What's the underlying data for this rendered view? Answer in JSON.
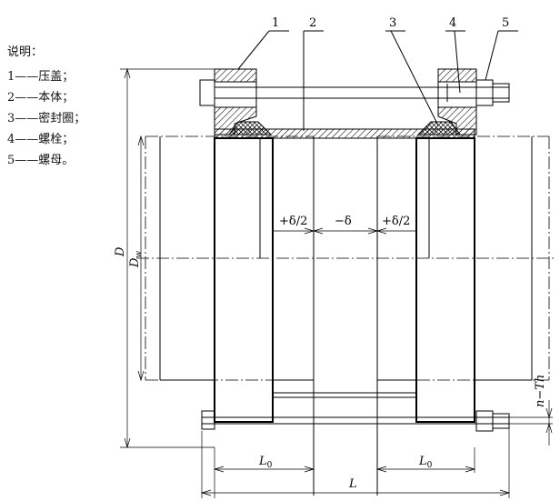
{
  "legend": {
    "title": "说明：",
    "items": [
      {
        "num": "1",
        "dash": "——",
        "text": "压盖；"
      },
      {
        "num": "2",
        "dash": "——",
        "text": "本体；"
      },
      {
        "num": "3",
        "dash": "——",
        "text": "密封圈；"
      },
      {
        "num": "4",
        "dash": "——",
        "text": "螺栓；"
      },
      {
        "num": "5",
        "dash": "——",
        "text": "螺母。"
      }
    ]
  },
  "callouts": [
    "1",
    "2",
    "3",
    "4",
    "5"
  ],
  "dimensions": {
    "D": "D",
    "Dw": "D",
    "Dw_sub": "w",
    "gap_left": "+δ/2",
    "gap_mid": "−δ",
    "gap_right": "+δ/2",
    "L0_left": "L",
    "L0_left_sub": "0",
    "L0_right": "L",
    "L0_right_sub": "0",
    "L": "L",
    "holes": "n−Th"
  }
}
